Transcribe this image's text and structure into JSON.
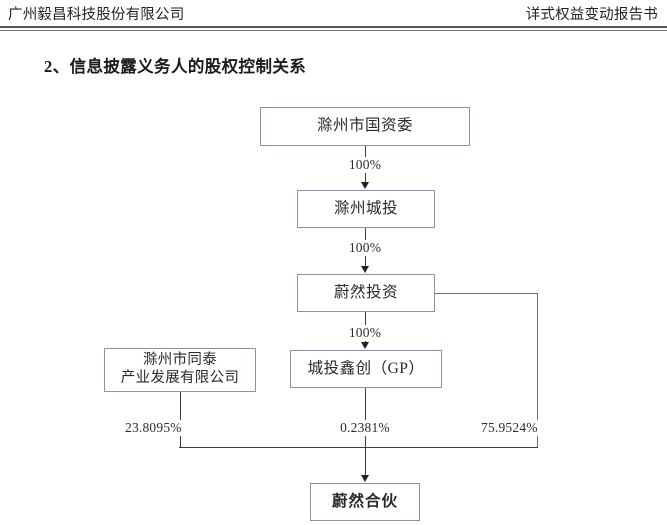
{
  "header": {
    "left_text": "广州毅昌科技股份有限公司",
    "right_text": "详式权益变动报告书"
  },
  "section": {
    "number": "2、",
    "title": "信息披露义务人的股权控制关系"
  },
  "chart_data": {
    "type": "diagram",
    "title": "信息披露义务人的股权控制关系",
    "nodes": [
      {
        "id": "sasac",
        "label": "滁州市国资委"
      },
      {
        "id": "chengtou",
        "label": "滁州城投"
      },
      {
        "id": "weiran",
        "label": "蔚然投资"
      },
      {
        "id": "tongtai",
        "label_line1": "滁州市同泰",
        "label_line2": "产业发展有限公司"
      },
      {
        "id": "xinchuang",
        "label": "城投鑫创（GP）"
      },
      {
        "id": "partner",
        "label": "蔚然合伙"
      }
    ],
    "edges": [
      {
        "from": "sasac",
        "to": "chengtou",
        "label": "100%"
      },
      {
        "from": "chengtou",
        "to": "weiran",
        "label": "100%"
      },
      {
        "from": "weiran",
        "to": "xinchuang",
        "label": "100%"
      },
      {
        "from": "tongtai",
        "to": "partner",
        "label": "23.8095%"
      },
      {
        "from": "xinchuang",
        "to": "partner",
        "label": "0.2381%"
      },
      {
        "from": "weiran",
        "to": "partner",
        "label": "75.9524%"
      }
    ],
    "colors": {
      "box_border": "#8b90b2",
      "connector": "#3c3c3c",
      "text": "#2a2a2a"
    }
  }
}
